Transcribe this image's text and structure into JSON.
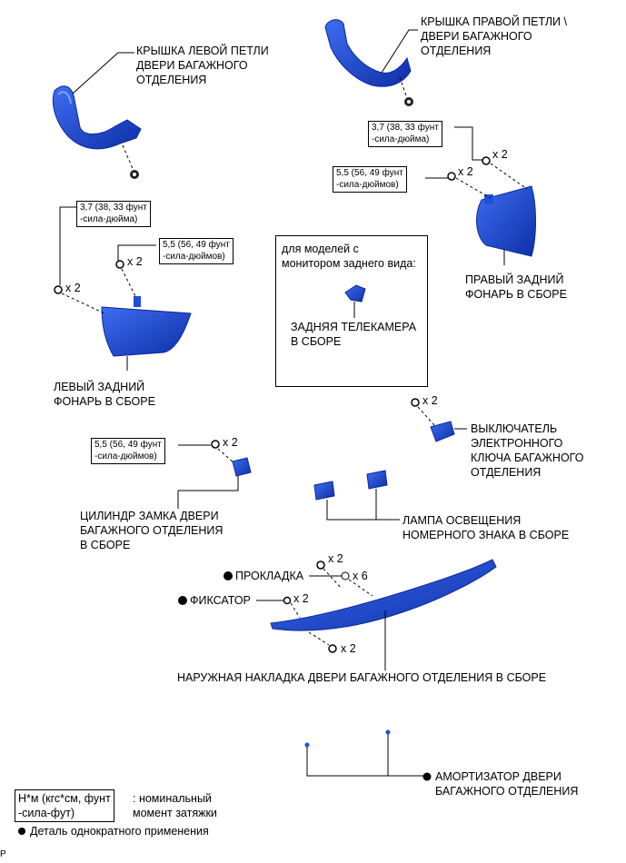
{
  "labels": {
    "left_hinge_cover": "КРЫШКА ЛЕВОЙ ПЕТЛИ\nДВЕРИ БАГАЖНОГО\nОТДЕЛЕНИЯ",
    "right_hinge_cover": "КРЫШКА ПРАВОЙ ПЕТЛИ \\\nДВЕРИ БАГАЖНОГО\nОТДЕЛЕНИЯ",
    "right_lamp": "ПРАВЫЙ ЗАДНИЙ\nФОНАРЬ В СБОРЕ",
    "left_lamp": "ЛЕВЫЙ ЗАДНИЙ\nФОНАРЬ В СБОРЕ",
    "camera_condition": "для моделей с\nмонитором заднего вида:",
    "camera": "ЗАДНЯЯ ТЕЛЕКАМЕРА\nВ СБОРЕ",
    "key_switch": "ВЫКЛЮЧАТЕЛЬ\nЭЛЕКТРОННОГО\nКЛЮЧА БАГАЖНОГО\nОТДЕЛЕНИЯ",
    "lock_cylinder": "ЦИЛИНДР ЗАМКА ДВЕРИ\nБАГАЖНОГО ОТДЕЛЕНИЯ\nВ СБОРЕ",
    "license_lamp": "ЛАМПА ОСВЕЩЕНИЯ\nНОМЕРНОГО ЗНАКА В СБОРЕ",
    "gasket": "ПРОКЛАДКА",
    "clip": "ФИКСАТОР",
    "garnish": "НАРУЖНАЯ НАКЛАДКА ДВЕРИ БАГАЖНОГО ОТДЕЛЕНИЯ В СБОРЕ",
    "damper": "АМОРТИЗАТОР ДВЕРИ\nБАГАЖНОГО ОТДЕЛЕНИЯ"
  },
  "torque": {
    "t37_right": "3,7 (38, 33 фунт\n-сила-дюйма)",
    "t55_right": "5,5 (56, 49 фунт\n-сила-дюймов)",
    "t37_left": "3,7 (38, 33 фунт\n-сила-дюйма)",
    "t55_left": "5,5 (56, 49 фунт\n-сила-дюймов)",
    "t55_cyl": "5,5 (56, 49 фунт\n-сила-дюймов)"
  },
  "quantities": {
    "right_37": "x 2",
    "right_55": "x 2",
    "left_55": "x 2",
    "left_37": "x 2",
    "switch": "x 2",
    "cyl": "x 2",
    "garnish_top": "x 2",
    "gasket": "x 6",
    "clip": "x 2",
    "garnish_bottom": "x 2"
  },
  "legend": {
    "unit": "Н*м (кгс*см, фунт\n-сила-фут)",
    "unit_desc": ": номинальный\nмомент затяжки",
    "single_use": "Деталь однократного применения"
  },
  "corner_mark": "P",
  "colors": {
    "part_blue": "#1f4fd6",
    "part_dark": "#0b2a9a",
    "line": "#000000"
  }
}
